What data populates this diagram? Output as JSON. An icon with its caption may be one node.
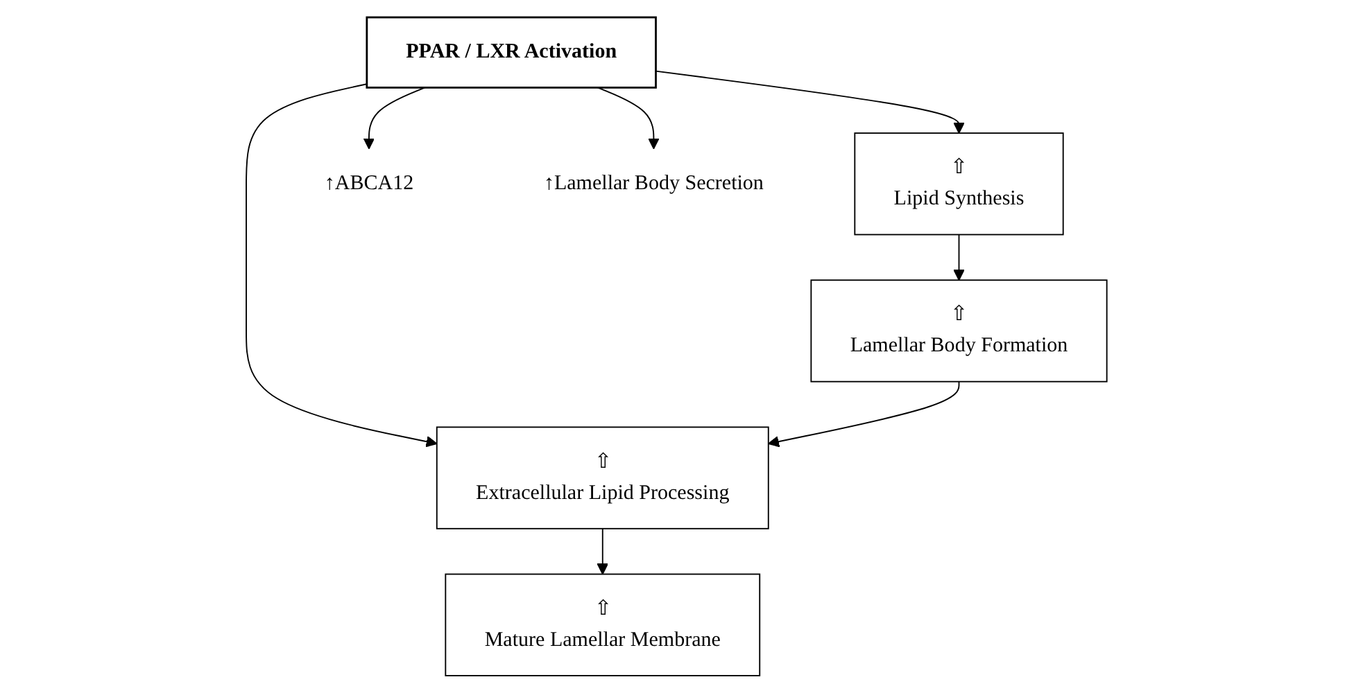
{
  "diagram": {
    "nodes": [
      {
        "text": [
          "PPAR / LXR Activation"
        ]
      },
      {
        "text": [
          "⇧",
          "Lipid Synthesis"
        ]
      },
      {
        "text": [
          "↑ABCA12"
        ]
      },
      {
        "text": [
          "⇧",
          "Lamellar Body Formation"
        ]
      },
      {
        "text": [
          "↑Lamellar Body Secretion"
        ]
      },
      {
        "text": [
          "⇧",
          "Extracellular Lipid Processing"
        ]
      },
      {
        "text": [
          "⇧",
          "Mature Lamellar Membrane"
        ]
      }
    ],
    "edges": [
      {
        "from": 0,
        "to": 1,
        "arrow": "to"
      },
      {
        "from": 0,
        "to": 2,
        "arrow": "to"
      },
      {
        "from": 0,
        "to": 4,
        "arrow": "to"
      },
      {
        "from": 0,
        "to": 5,
        "arrow": "to"
      },
      {
        "from": 1,
        "to": 3,
        "arrow": "to"
      },
      {
        "from": 3,
        "to": 5,
        "arrow": "to"
      },
      {
        "from": 5,
        "to": 6,
        "arrow": "to"
      }
    ]
  }
}
